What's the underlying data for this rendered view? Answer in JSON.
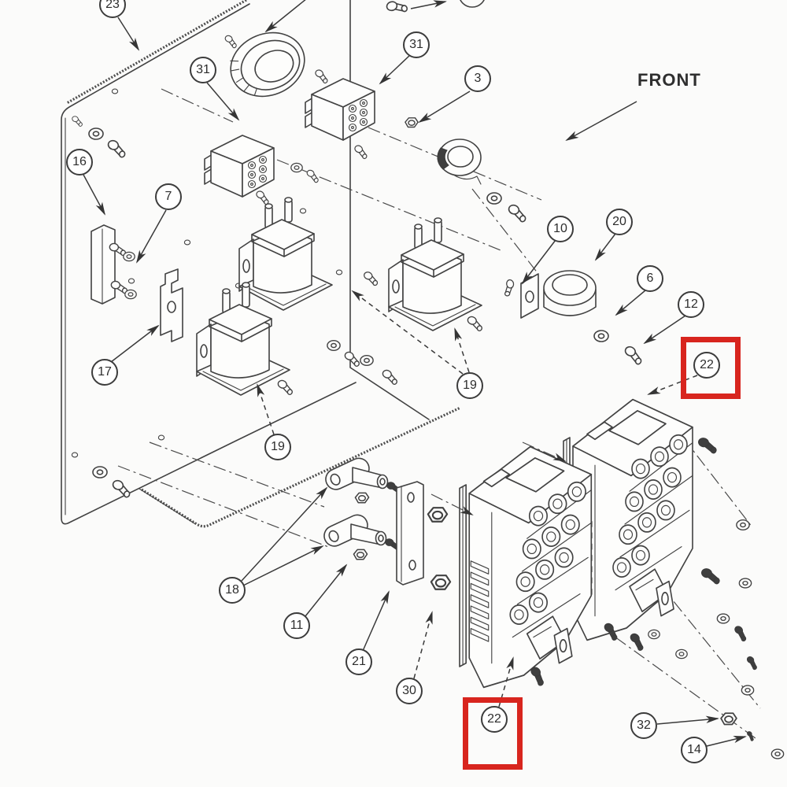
{
  "diagram": {
    "type": "exploded-parts-diagram",
    "front_label": "FRONT",
    "callouts": [
      {
        "label": "23",
        "highlighted": false
      },
      {
        "label": "31",
        "highlighted": false
      },
      {
        "label": "31",
        "highlighted": false
      },
      {
        "label": "3",
        "highlighted": false
      },
      {
        "label": "16",
        "highlighted": false
      },
      {
        "label": "7",
        "highlighted": false
      },
      {
        "label": "17",
        "highlighted": false
      },
      {
        "label": "10",
        "highlighted": false
      },
      {
        "label": "20",
        "highlighted": false
      },
      {
        "label": "6",
        "highlighted": false
      },
      {
        "label": "12",
        "highlighted": false
      },
      {
        "label": "22",
        "highlighted": true
      },
      {
        "label": "19",
        "highlighted": false
      },
      {
        "label": "19",
        "highlighted": false
      },
      {
        "label": "18",
        "highlighted": false
      },
      {
        "label": "11",
        "highlighted": false
      },
      {
        "label": "21",
        "highlighted": false
      },
      {
        "label": "30",
        "highlighted": false
      },
      {
        "label": "22",
        "highlighted": true
      },
      {
        "label": "32",
        "highlighted": false
      },
      {
        "label": "14",
        "highlighted": false
      }
    ],
    "colors": {
      "line": "#424242",
      "highlight_box": "#d8251e",
      "balloon_fill": "#ffffff",
      "background": "#fbfbfa"
    }
  }
}
